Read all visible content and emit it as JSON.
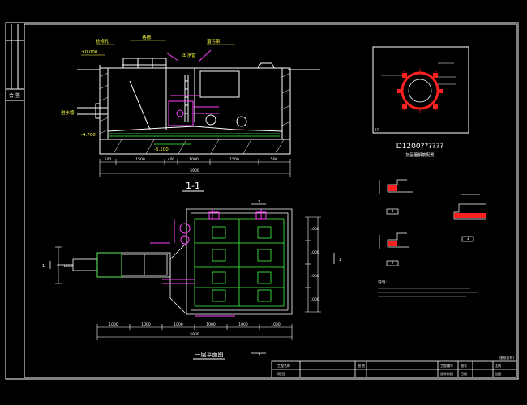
{
  "sheet": {
    "side_strip_label": "会 签"
  },
  "section_view": {
    "title": "1-1",
    "overall_dimension": "5900",
    "dims_top": [
      "500",
      "1500",
      "400",
      "1000",
      "1500",
      "500"
    ],
    "annotations": [
      "±0.000",
      "-4.700",
      "-5.100",
      "进水管",
      "出水管",
      "检修孔",
      "潜污泵",
      "格栅"
    ]
  },
  "plan_view": {
    "title": "一层平面图",
    "section_marks": [
      "2",
      "2",
      "1",
      "1"
    ],
    "overall_dimension": "5900",
    "dims_bottom": [
      "1000",
      "1000",
      "1000",
      "1000",
      "1000",
      "1000"
    ],
    "dims_right": [
      "1000",
      "1000",
      "1000",
      "1000"
    ],
    "left_dim": "1500"
  },
  "manhole_detail": {
    "title": "D1200??????",
    "subtitle": "(加固圈钢筋配置)",
    "corner_mark": "27"
  },
  "small_details": [
    {
      "label": "1"
    },
    {
      "label": "2"
    },
    {
      "label": "3"
    }
  ],
  "notes": {
    "heading": "说明："
  },
  "title_block": {
    "corner_label": "(图纸名称)",
    "left_cells": [
      "工程名称",
      "项 目"
    ],
    "mid_cells": [
      "图 名"
    ],
    "right_cells": [
      "工程编号",
      "设计阶段",
      "图号",
      "日期",
      "比例",
      "出图"
    ]
  },
  "colors": {
    "frame": "#ffffff",
    "structure": "#ffffff",
    "rebar": "#ff40ff",
    "grid": "#40ff40",
    "labels": "#ffff40",
    "detail_red": "#ff2020"
  }
}
